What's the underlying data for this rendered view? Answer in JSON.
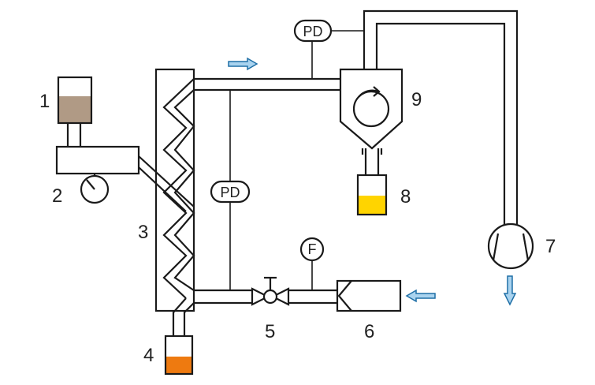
{
  "labels": {
    "n1": "1",
    "n2": "2",
    "n3": "3",
    "n4": "4",
    "n5": "5",
    "n6": "6",
    "n7": "7",
    "n8": "8",
    "n9": "9"
  },
  "instruments": {
    "pd_top": "PD",
    "pd_mid": "PD",
    "flow": "F"
  },
  "colors": {
    "feed_liquid": "#b09a85",
    "powder_product": "#ffd400",
    "residue": "#ee7a10",
    "flow_arrow": "#a9d3ef",
    "line": "#1a1a1a"
  }
}
